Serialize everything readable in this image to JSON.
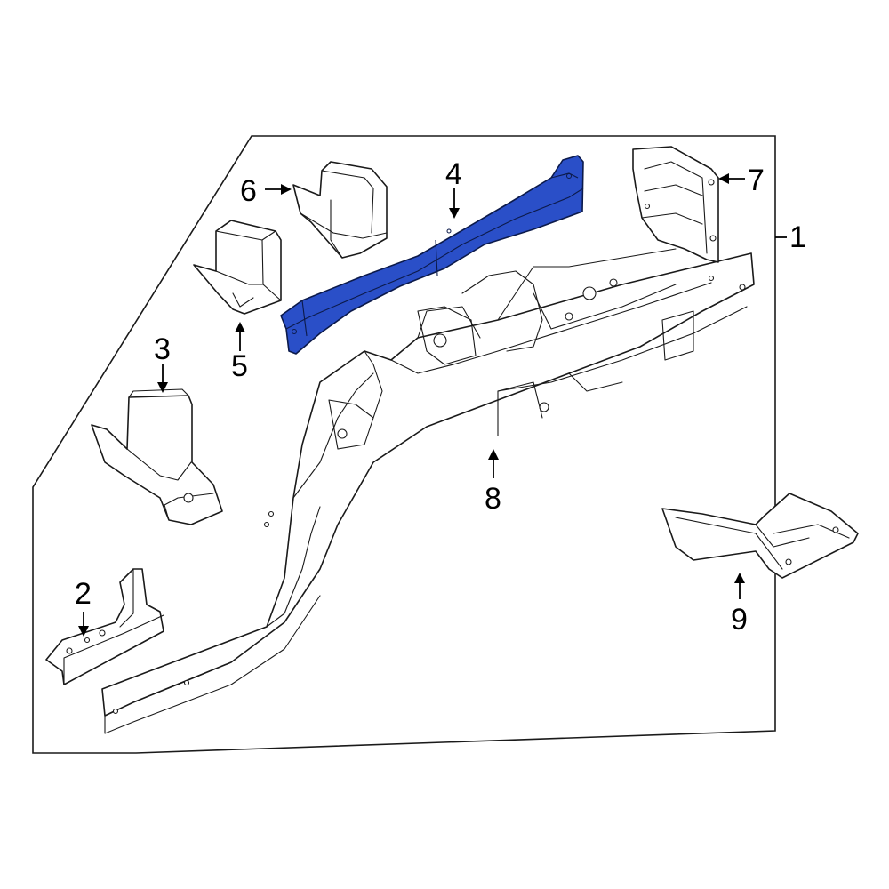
{
  "diagram": {
    "highlight_color": "#2a4fc8",
    "outline_color": "#1a1a1a",
    "callouts": {
      "c1": "1",
      "c2": "2",
      "c3": "3",
      "c4": "4",
      "c5": "5",
      "c6": "6",
      "c7": "7",
      "c8": "8",
      "c9": "9"
    },
    "highlighted_part": "4"
  }
}
